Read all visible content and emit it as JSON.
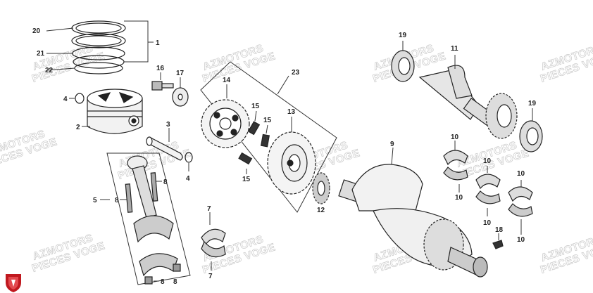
{
  "labels": {
    "p1": "1",
    "p2": "2",
    "p3": "3",
    "p4a": "4",
    "p4b": "4",
    "p5": "5",
    "p7": "7",
    "p8a": "8",
    "p8b": "8",
    "p8c": "8",
    "p8d": "8",
    "p9": "9",
    "p10a": "10",
    "p10b": "10",
    "p10c": "10",
    "p10d": "10",
    "p10e": "10",
    "p10f": "10",
    "p11": "11",
    "p12": "12",
    "p13": "13",
    "p14": "14",
    "p15a": "15",
    "p15b": "15",
    "p15c": "15",
    "p16": "16",
    "p17": "17",
    "p18": "18",
    "p19a": "19",
    "p19b": "19",
    "p20": "20",
    "p21": "21",
    "p22": "22",
    "p23": "23"
  },
  "watermark": {
    "line1": "AZMOTORS",
    "line2": "PIECES VOGE"
  },
  "colors": {
    "logo": "#c0191f",
    "ink": "#222222",
    "watermark": "#c9c9c9"
  },
  "logo": {
    "icon": "shield-logo-icon"
  }
}
